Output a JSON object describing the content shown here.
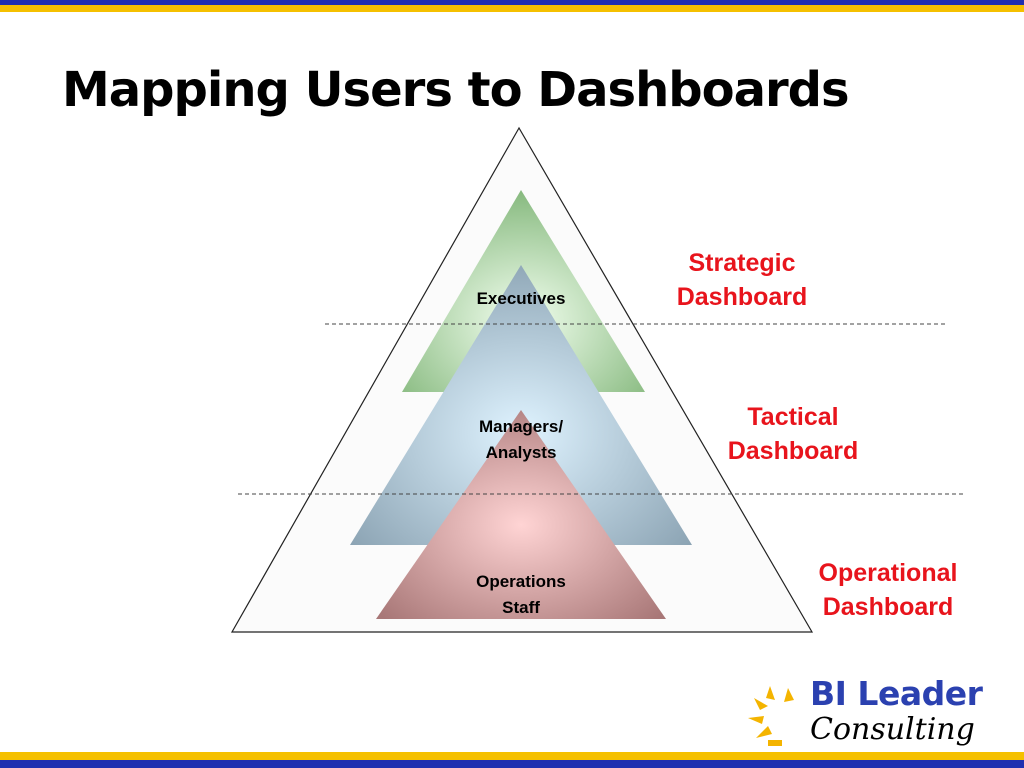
{
  "slide": {
    "title": "Mapping Users to Dashboards"
  },
  "diagram": {
    "tiers": [
      {
        "label": "Executives",
        "color": "#8fbf86"
      },
      {
        "label": "Managers/\nAnalysts",
        "color": "#8fa8b8"
      },
      {
        "label": "Operations\nStaff",
        "color": "#b07f7f"
      }
    ],
    "levels": [
      {
        "label": "Strategic\nDashboard"
      },
      {
        "label": "Tactical\nDashboard"
      },
      {
        "label": "Operational\nDashboard"
      }
    ],
    "level_color": "#e8141c"
  },
  "logo": {
    "name": "BI Leader",
    "subtitle": "Consulting",
    "name_color": "#2b41b0",
    "icon": "sun-icon",
    "sun_color": "#f4b400"
  },
  "theme": {
    "band_blue": "#1f2fb0",
    "band_gold": "#f5c000"
  }
}
